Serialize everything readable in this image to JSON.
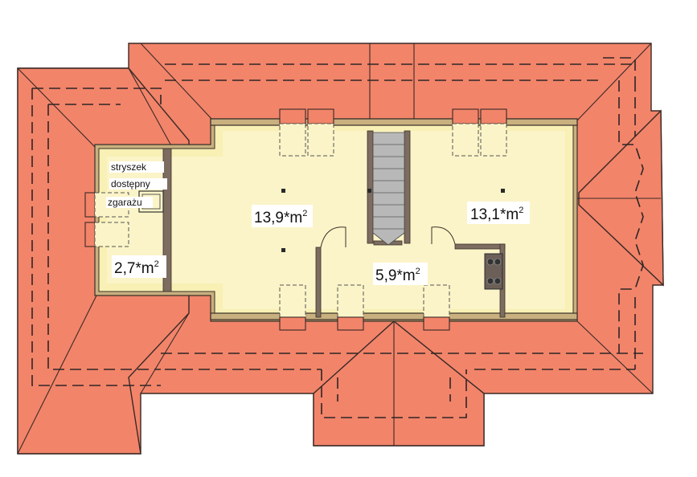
{
  "rooms": [
    {
      "id": "room-left",
      "area": "13,9*m",
      "sup": "2"
    },
    {
      "id": "room-right",
      "area": "13,1*m",
      "sup": "2"
    },
    {
      "id": "hall",
      "area": "5,9*m",
      "sup": "2"
    },
    {
      "id": "attic",
      "area": "2,7*m",
      "sup": "2"
    }
  ],
  "attic_note": {
    "line1": "stryszek",
    "line2": "dostępny",
    "line3": "zgarażu"
  },
  "colors": {
    "roof": "#f2846a",
    "floor": "#fbf4c8",
    "wall": "#c9b07f",
    "partition": "#7d6c60"
  }
}
